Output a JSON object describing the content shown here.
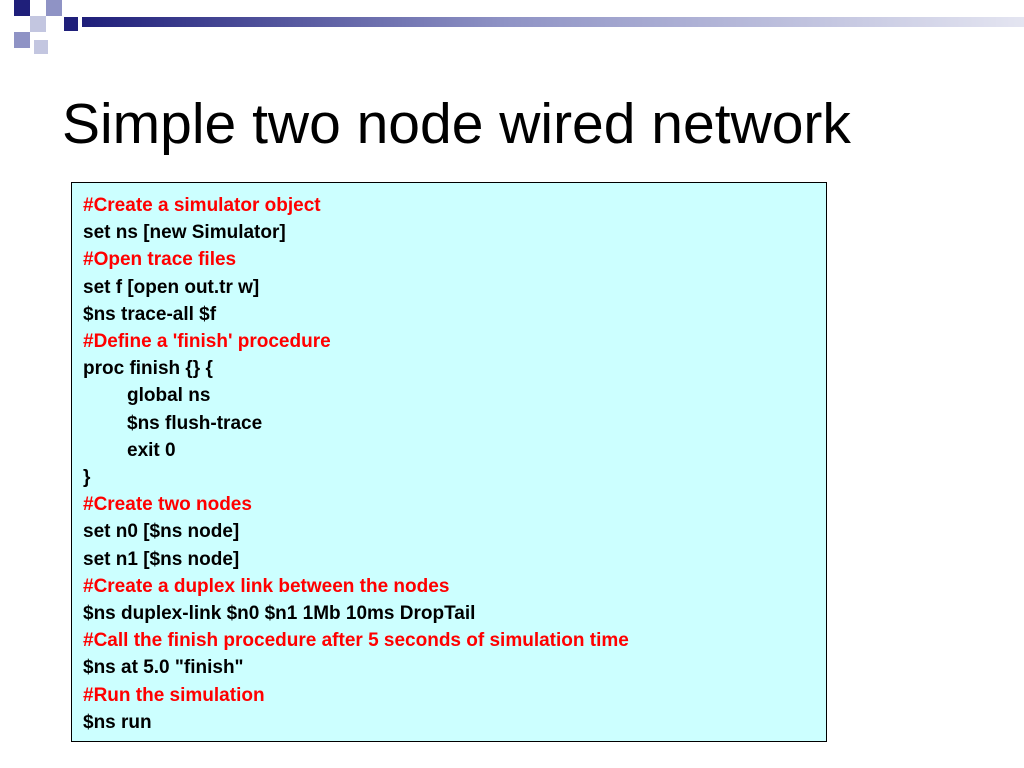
{
  "slide": {
    "title": "Simple two node wired network"
  },
  "colors": {
    "navy": "#1f1f7a",
    "periwinkle": "#8f93c5",
    "light_blue": "#c3c6e0",
    "code_background": "#ccffff",
    "comment_text": "#ff0000",
    "code_text": "#000000"
  },
  "code": {
    "lines": [
      {
        "text": "#Create a simulator object",
        "type": "comment"
      },
      {
        "text": "set ns [new Simulator]",
        "type": "code"
      },
      {
        "text": "#Open trace files",
        "type": "comment"
      },
      {
        "text": "set f [open out.tr w]",
        "type": "code"
      },
      {
        "text": "$ns trace-all $f",
        "type": "code"
      },
      {
        "text": "#Define a 'finish' procedure",
        "type": "comment"
      },
      {
        "text": "proc finish {} {",
        "type": "code"
      },
      {
        "text": "global ns",
        "type": "code",
        "indent": 1
      },
      {
        "text": "$ns flush-trace",
        "type": "code",
        "indent": 1
      },
      {
        "text": "exit 0",
        "type": "code",
        "indent": 1
      },
      {
        "text": "}",
        "type": "code"
      },
      {
        "text": "#Create two nodes",
        "type": "comment"
      },
      {
        "text": "set n0 [$ns node]",
        "type": "code"
      },
      {
        "text": "set n1 [$ns node]",
        "type": "code"
      },
      {
        "text": "#Create a duplex link between the nodes",
        "type": "comment"
      },
      {
        "text": "$ns duplex-link $n0 $n1 1Mb 10ms DropTail",
        "type": "code"
      },
      {
        "text": "#Call the finish procedure after 5 seconds of simulation time",
        "type": "comment"
      },
      {
        "text": "$ns at 5.0 \"finish\"",
        "type": "code"
      },
      {
        "text": "#Run the simulation",
        "type": "comment"
      },
      {
        "text": "$ns run",
        "type": "code"
      }
    ]
  }
}
